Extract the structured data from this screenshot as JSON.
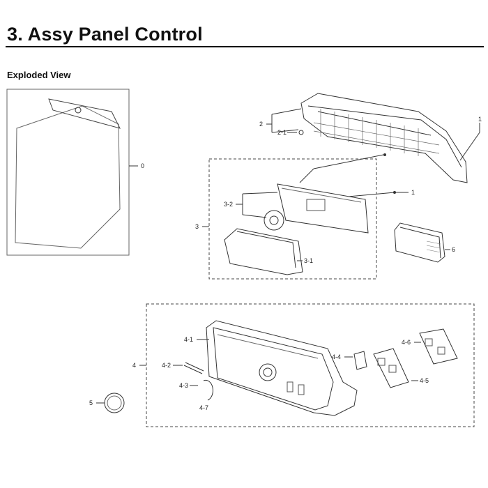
{
  "title": "3.  Assy Panel Control",
  "subtitle": "Exploded View",
  "labels": {
    "l0": "0",
    "l1a": "1",
    "l1b": "1",
    "l2": "2",
    "l2_1": "2-1",
    "l3": "3",
    "l3_1": "3-1",
    "l3_2": "3-2",
    "l4": "4",
    "l4_1": "4-1",
    "l4_2": "4-2",
    "l4_3": "4-3",
    "l4_4": "4-4",
    "l4_5": "4-5",
    "l4_6": "4-6",
    "l4_7": "4-7",
    "l5": "5",
    "l6": "6"
  }
}
